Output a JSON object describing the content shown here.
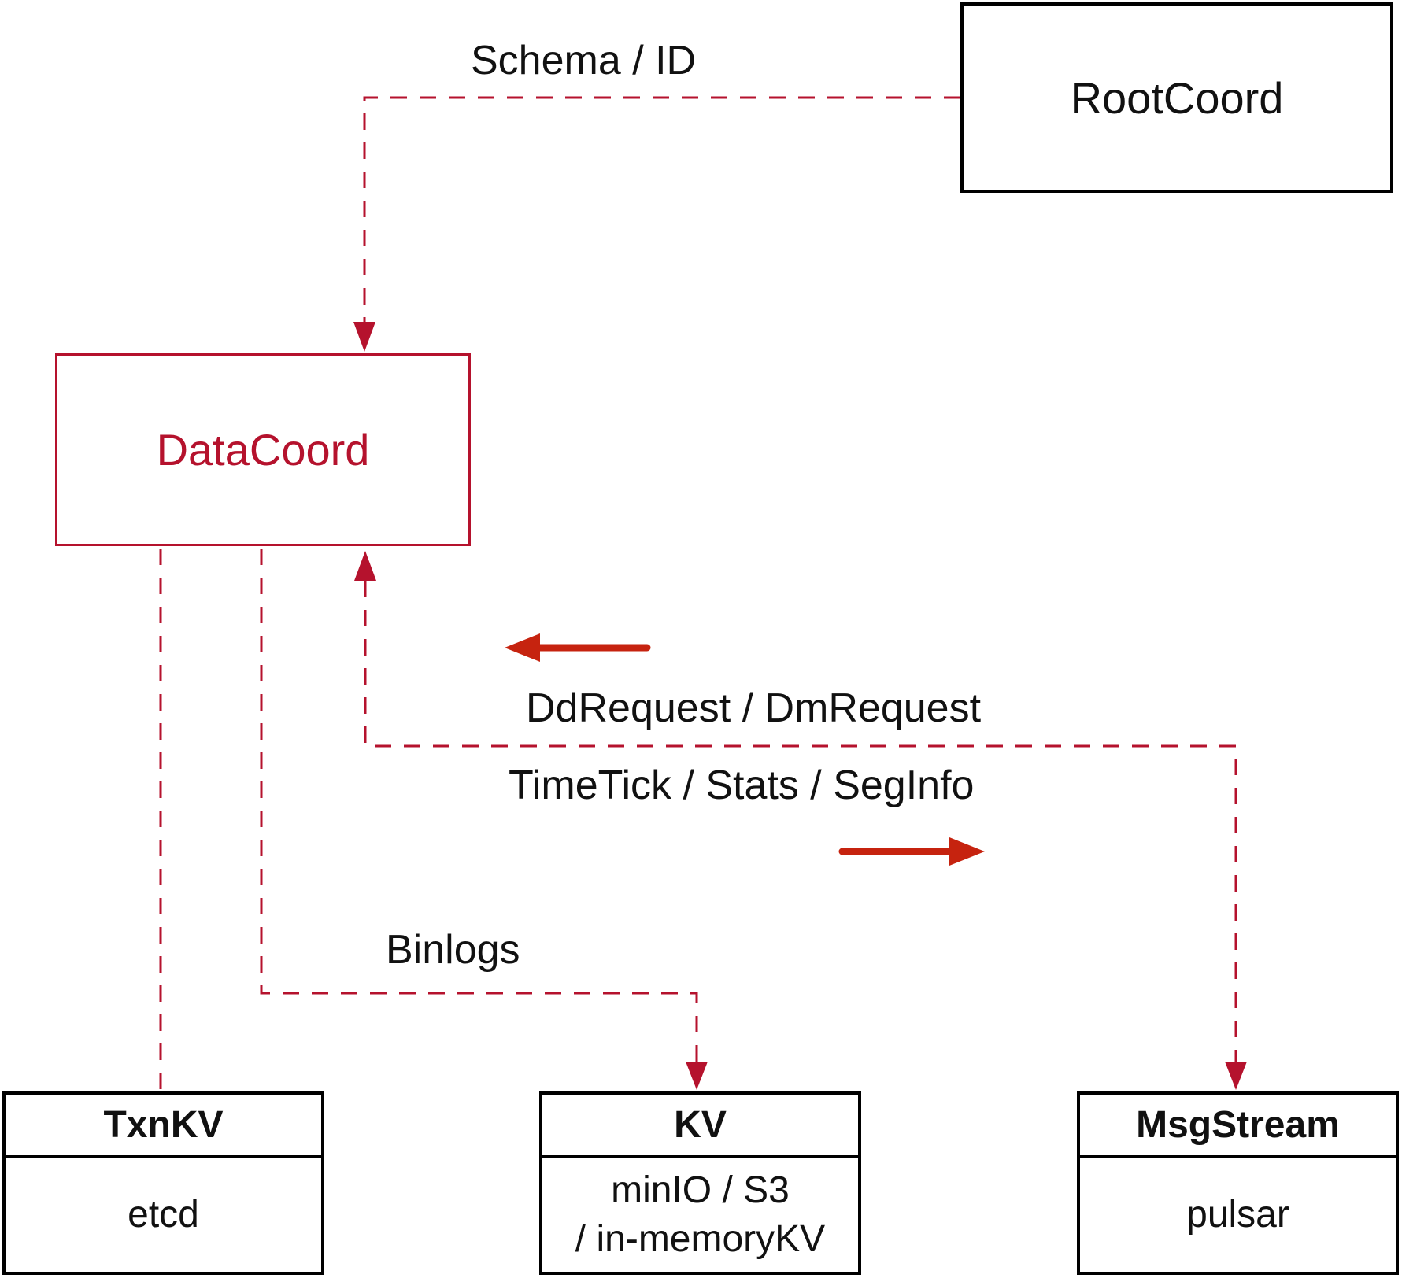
{
  "diagram": {
    "nodes": {
      "root_coord": {
        "label": "RootCoord"
      },
      "data_coord": {
        "label": "DataCoord"
      },
      "txn_kv": {
        "title": "TxnKV",
        "body": "etcd"
      },
      "kv": {
        "title": "KV",
        "body_line1": "minIO / S3",
        "body_line2": "/ in-memoryKV"
      },
      "msg_stream": {
        "title": "MsgStream",
        "body": "pulsar"
      }
    },
    "edge_labels": {
      "schema_id": "Schema / ID",
      "dd_request": "DdRequest / DmRequest",
      "time_tick": "TimeTick / Stats / SegInfo",
      "binlogs": "Binlogs"
    },
    "colors": {
      "dashed_line": "#b5122d",
      "solid_arrow": "#c6230f",
      "box_border_black": "#000000",
      "data_coord_red": "#b5122d",
      "text_black": "#111111",
      "background": "#ffffff"
    }
  }
}
